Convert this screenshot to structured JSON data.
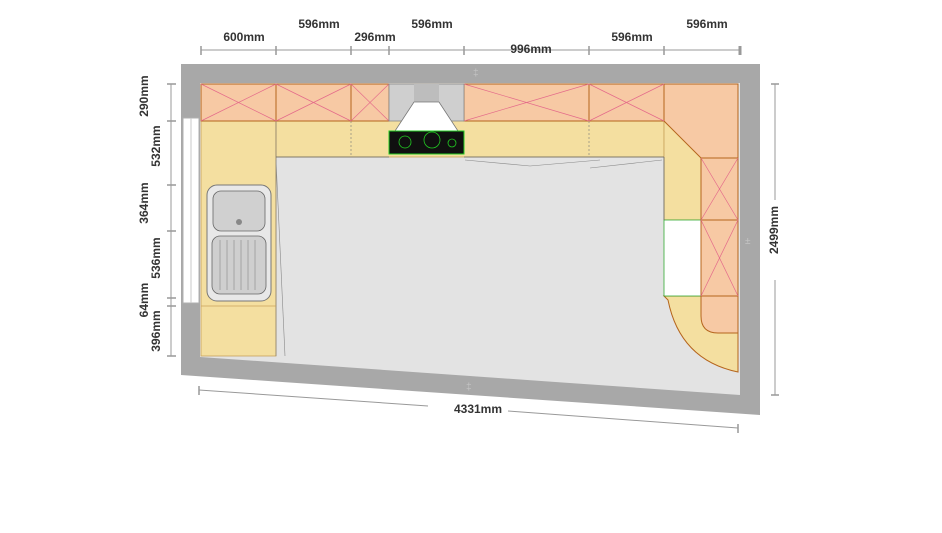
{
  "colors": {
    "wall": "#a8a8a8",
    "floor": "#e3e3e3",
    "wall_cabinet": "#f7c9a4",
    "worktop": "#f4dfa0",
    "cabinet_outline": "#b5651d",
    "cross_line": "#e46a8a",
    "dimension_line": "#999999",
    "hob": "#101010",
    "hob_ring": "#22cc22",
    "sink": "#d8d8d8",
    "fridge_gap": "#ffffff"
  },
  "dimensions": {
    "top": [
      "600mm",
      "596mm",
      "296mm",
      "596mm",
      "996mm",
      "596mm",
      "596mm"
    ],
    "left": [
      "290mm",
      "532mm",
      "364mm",
      "536mm",
      "64mm",
      "396mm"
    ],
    "bottom": "4331mm",
    "right": "2499mm"
  },
  "fixtures": {
    "sink": "sink-icon",
    "hob": "hob-icon",
    "extractor": "extractor-hood-icon"
  }
}
